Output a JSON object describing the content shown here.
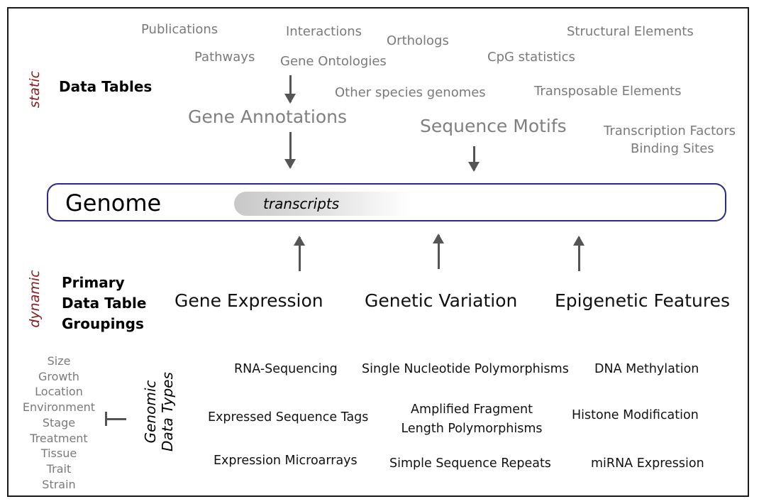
{
  "static_section": {
    "side_label": "static",
    "title": "Data Tables",
    "sources": {
      "publications": "Publications",
      "interactions": "Interactions",
      "orthologs": "Orthologs",
      "structural_elements": "Structural Elements",
      "pathways": "Pathways",
      "gene_ontologies": "Gene Ontologies",
      "cpg_statistics": "CpG statistics",
      "other_species_genomes": "Other species genomes",
      "transposable_elements": "Transposable Elements",
      "tfbs_line1": "Transcription Factors",
      "tfbs_line2": "Binding Sites"
    },
    "gene_annotations": "Gene Annotations",
    "sequence_motifs": "Sequence Motifs"
  },
  "genome": {
    "label": "Genome",
    "transcripts": "transcripts"
  },
  "dynamic_section": {
    "side_label": "dynamic",
    "title_lines": [
      "Primary",
      "Data Table",
      "Groupings"
    ],
    "groupings": {
      "gene_expression": "Gene Expression",
      "genetic_variation": "Genetic Variation",
      "epigenetic_features": "Epigenetic Features"
    }
  },
  "genomic_data_types": {
    "label_lines": [
      "Genomic",
      "Data Types"
    ],
    "traits": [
      "Size",
      "Growth",
      "Location",
      "Environment",
      "Stage",
      "Treatment",
      "Tissue",
      "Trait",
      "Strain"
    ],
    "items": {
      "rna_seq": "RNA-Sequencing",
      "snp": "Single Nucleotide Polymorphisms",
      "dna_methylation": "DNA Methylation",
      "est": "Expressed Sequence Tags",
      "aflp_line1": "Amplified Fragment",
      "aflp_line2": "Length Polymorphisms",
      "histone": "Histone Modification",
      "microarrays": "Expression Microarrays",
      "ssr": "Simple Sequence Repeats",
      "mirna": "miRNA Expression"
    }
  },
  "colors": {
    "accent_red": "#8b1a1a",
    "genome_border": "#2a2a8a",
    "gray_text": "#7a7a7a",
    "arrow": "#555555"
  }
}
